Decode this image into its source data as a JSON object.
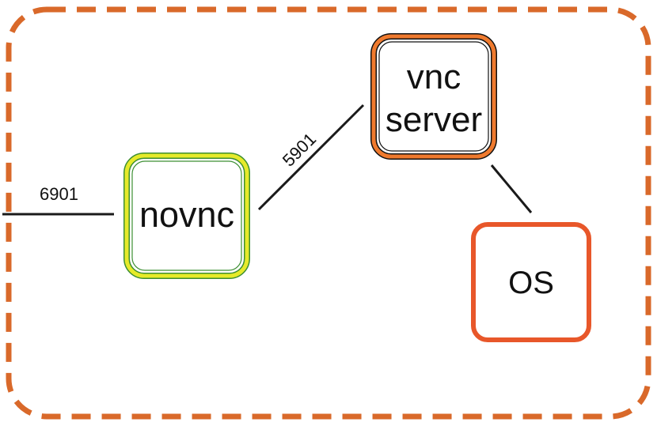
{
  "nodes": {
    "novnc": {
      "label": "novnc"
    },
    "vnc_server": {
      "label_line1": "vnc",
      "label_line2": "server"
    },
    "os": {
      "label": "OS"
    }
  },
  "edges": {
    "external_to_novnc": {
      "label": "6901"
    },
    "novnc_to_vnc_server": {
      "label": "5901"
    },
    "vnc_server_to_os": {
      "label": ""
    }
  },
  "colors": {
    "container_border": "#d9692a",
    "novnc_outer": "#3c8f33",
    "novnc_inner": "#e6ea2a",
    "vnc_server_outer": "#111111",
    "vnc_server_inner": "#ef7a2e",
    "os_border": "#e8572a",
    "line": "#1a1a1a"
  }
}
